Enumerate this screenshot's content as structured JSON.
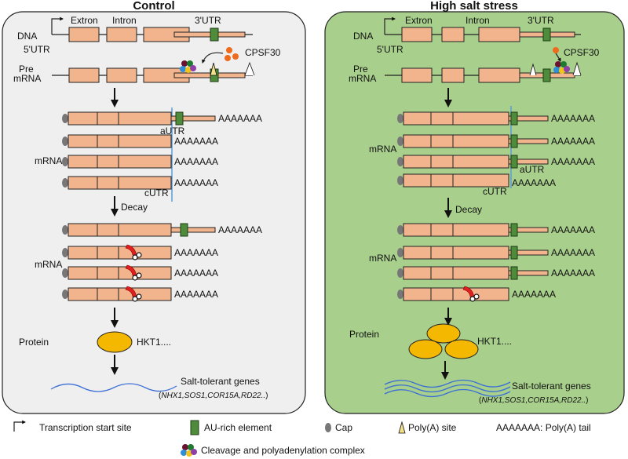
{
  "panels": {
    "control": {
      "title": "Control"
    },
    "stress": {
      "title": "High salt stress"
    }
  },
  "labels": {
    "dna": "DNA",
    "extron": "Extron",
    "intron": "Intron",
    "utr3": "3'UTR",
    "utr5": "5'UTR",
    "cpsf30": "CPSF30",
    "pre": "Pre",
    "pre_mrna": "mRNA",
    "mrna": "mRNA",
    "polya": "AAAAAAA",
    "autr": "aUTR",
    "cutr": "cUTR",
    "decay": "Decay",
    "protein": "Protein",
    "hkt1": "HKT1....",
    "salt_genes": "Salt-tolerant genes",
    "gene_list_open": "(",
    "gene_list": "NHX1,SOS1,COR15A,RD22..",
    "gene_list_close": ")"
  },
  "legend": {
    "tss": "Transcription start site",
    "are": "AU-rich element",
    "cap": "Cap",
    "polya_site": "Poly(A) site",
    "polya_tail": "AAAAAAA: Poly(A) tail",
    "complex": "Cleavage and polyadenylation complex"
  },
  "colors": {
    "control_bg": "#efefef",
    "stress_bg": "#a8cf8c",
    "exon": "#f2b48c",
    "are": "#4e8b3a",
    "cpsf30": "#ee6a1c",
    "protein": "#f5b800",
    "degradation": "#e02020",
    "wave": "#3b6fd6",
    "cutoff_line": "#5b9bd5"
  },
  "icons": [
    "transcription-start-arrow-icon",
    "cap-icon",
    "au-rich-element-icon",
    "polya-site-icon",
    "cleavage-complex-icon",
    "degradation-icon"
  ]
}
